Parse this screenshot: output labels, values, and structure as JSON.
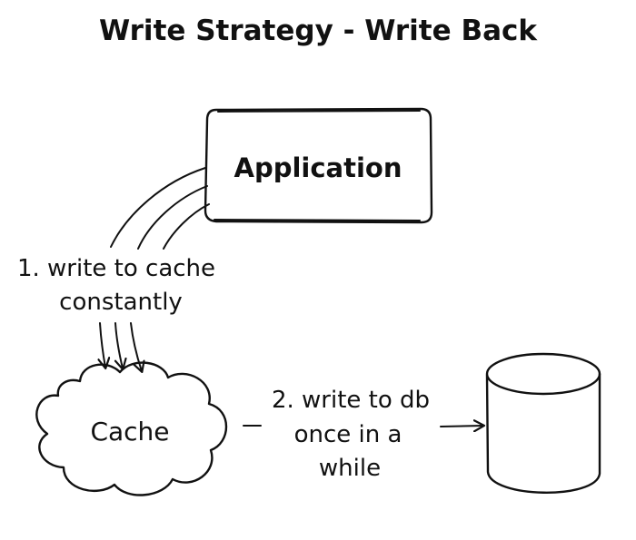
{
  "title": "Write Strategy - Write Back",
  "nodes": {
    "application": {
      "label": "Application"
    },
    "cache": {
      "label": "Cache"
    },
    "database": {
      "label": ""
    }
  },
  "edges": {
    "write_to_cache": {
      "line1": "1. write to cache",
      "line2": "constantly"
    },
    "write_to_db": {
      "line1": "2. write to db",
      "line2": "once in a",
      "line3": "while"
    }
  },
  "colors": {
    "ink": "#111111",
    "background": "#ffffff"
  }
}
